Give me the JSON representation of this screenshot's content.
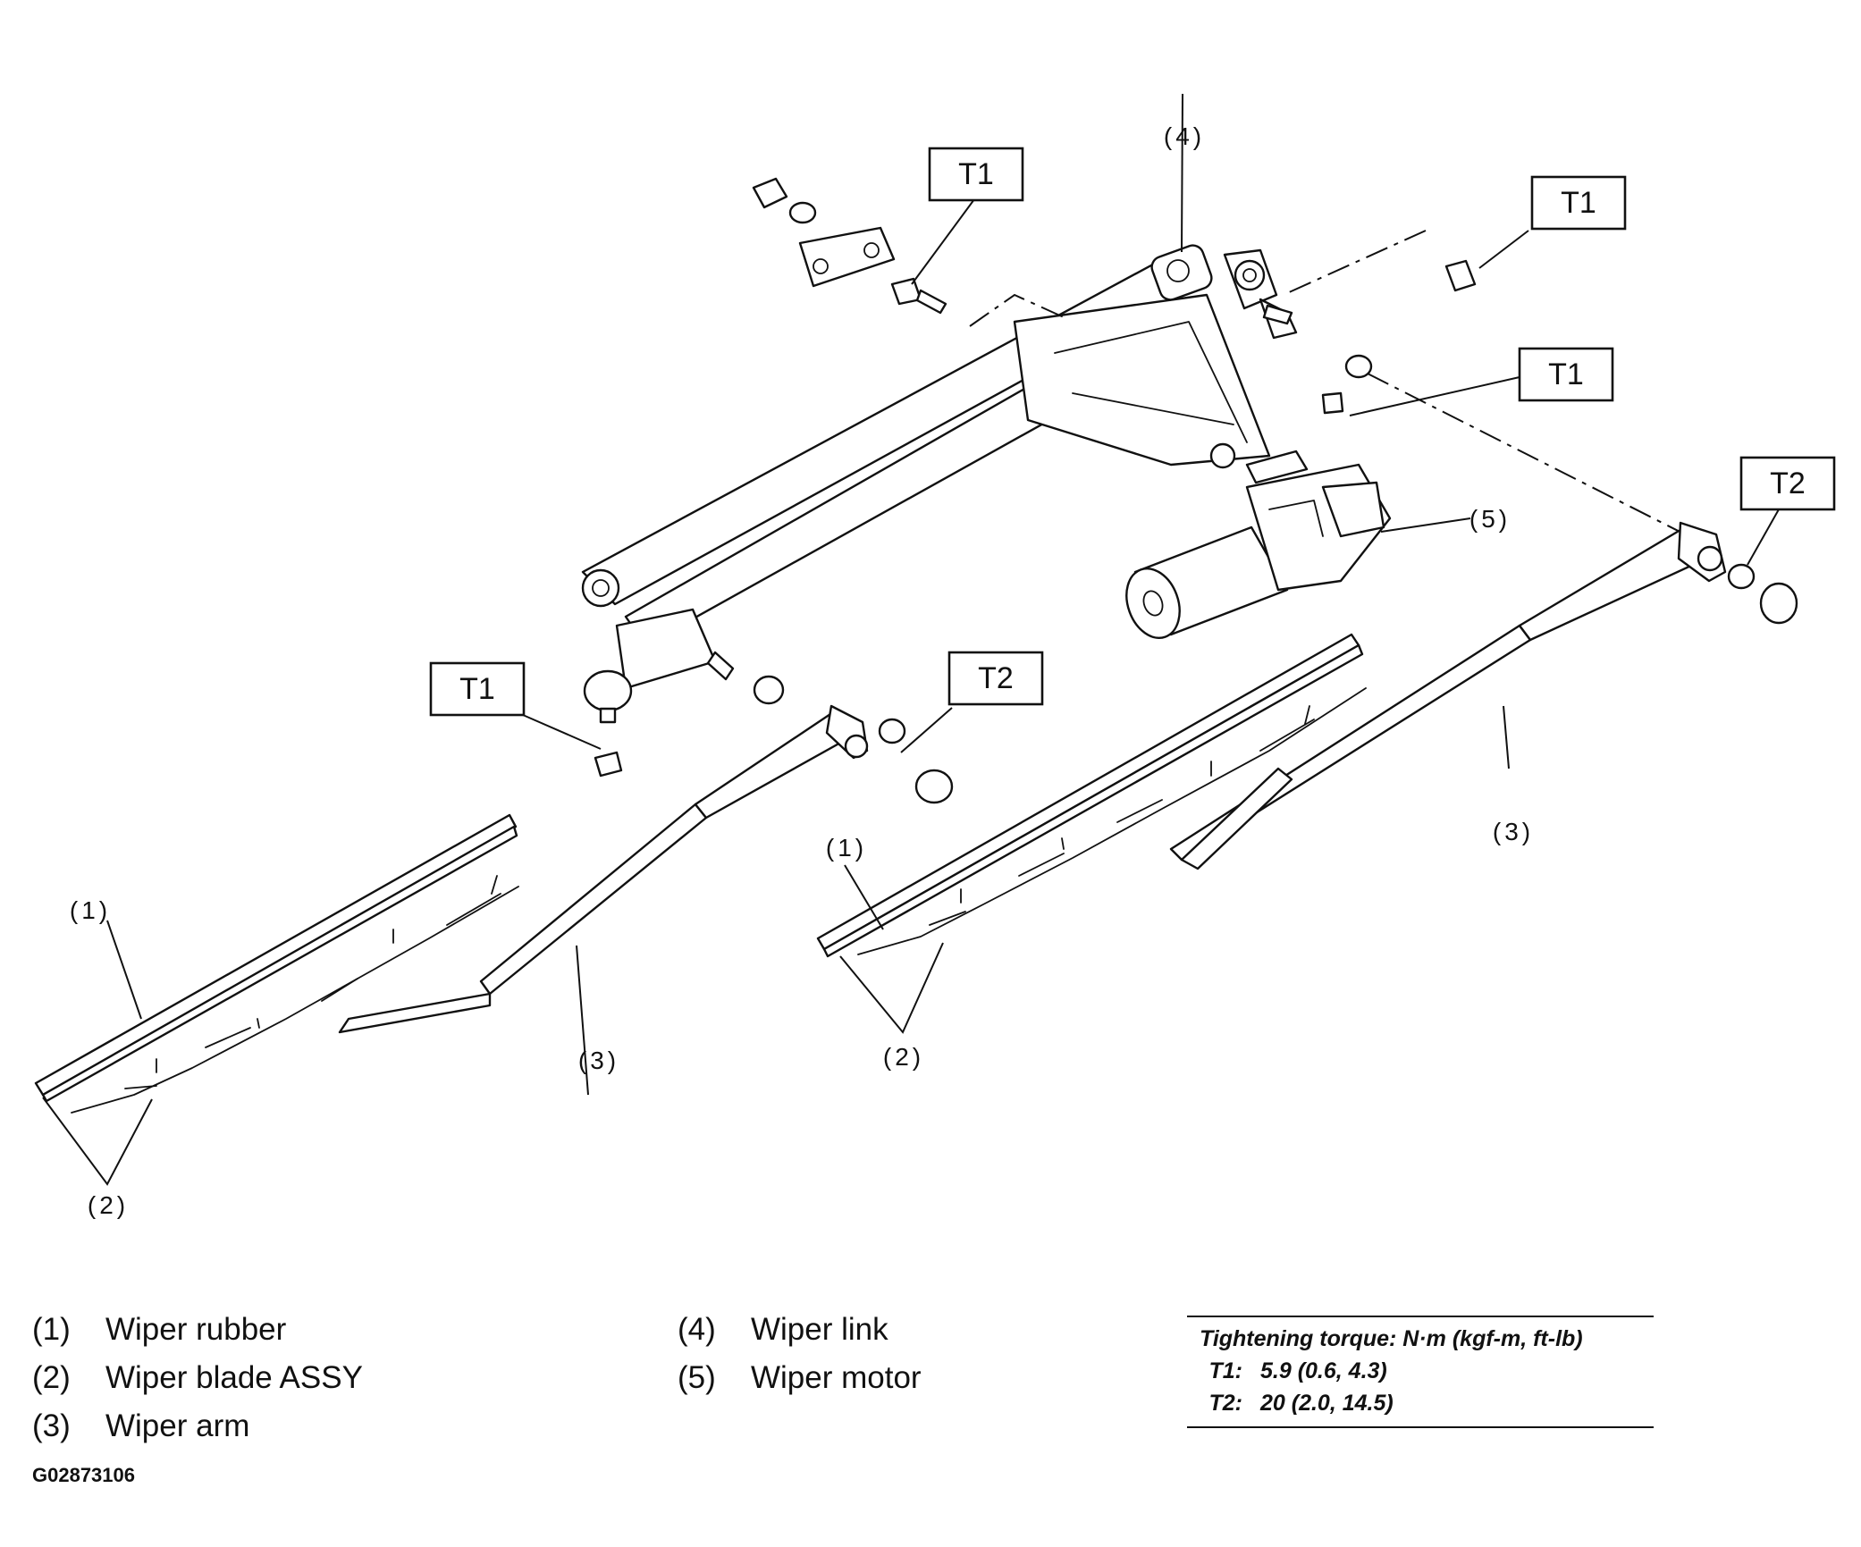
{
  "callouts": {
    "t1": "T1",
    "t2": "T2",
    "n1": "(1)",
    "n2": "(2)",
    "n3": "(3)",
    "n4": "(4)",
    "n5": "(5)"
  },
  "legend": [
    {
      "code": "(1)",
      "label": "Wiper rubber"
    },
    {
      "code": "(2)",
      "label": "Wiper blade ASSY"
    },
    {
      "code": "(3)",
      "label": "Wiper arm"
    },
    {
      "code": "(4)",
      "label": "Wiper link"
    },
    {
      "code": "(5)",
      "label": "Wiper motor"
    }
  ],
  "torque": {
    "title": "Tightening torque: N·m (kgf-m, ft-lb)",
    "rows": [
      {
        "key": "T1:",
        "value": "5.9 (0.6, 4.3)"
      },
      {
        "key": "T2:",
        "value": "20 (2.0, 14.5)"
      }
    ]
  },
  "figure_id": "G02873106"
}
